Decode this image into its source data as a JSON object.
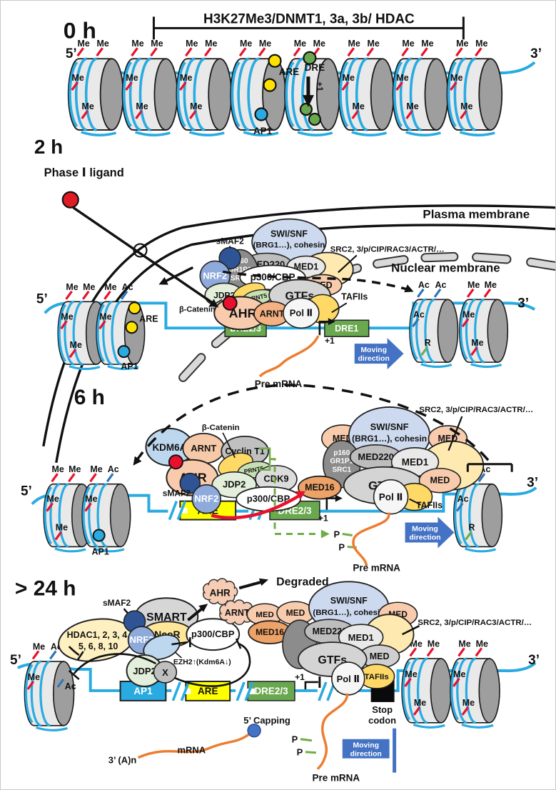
{
  "h0": {
    "time": "0 h",
    "bracket": "H3K27Me3/DNMT1, 3a, 3b/ HDAC",
    "five": "5’",
    "three": "3’",
    "are": "ARE",
    "dre": "DRE",
    "ap1": "AP1",
    "plus1": "+1"
  },
  "h2": {
    "time": "2 h",
    "ligand": "Phase Ⅰ ligand",
    "plasma": "Plasma membrane",
    "nuclear": "Nuclear membrane",
    "smaf2": "sMAF2",
    "nrf2": "NRF2",
    "p160": "p160",
    "gr1p1": "GR1P1",
    "src1": "SRC1",
    "swi1": "SWI/SNF",
    "swi2": "(BRG1…), cohesin",
    "med220": "MED220",
    "med1": "MED1",
    "med": "MED",
    "src2": "SRC2, 3/p/CIP/RAC3/ACTR/…",
    "p300": "p300/CBP",
    "jdp2": "JDP2",
    "prnt5": "PRNT5",
    "gtfs": "GTFs",
    "tafiis": "TAFIIs",
    "bcat": "β-Catenin",
    "ahr": "AHR",
    "arnt": "ARNT",
    "polii": "Pol Ⅱ",
    "dre23": "DRE2/3",
    "dre1": "DRE1",
    "plus1": "+1",
    "premrna": "Pre mRNA",
    "mov1": "Moving",
    "mov2": "direction",
    "are": "ARE",
    "ap1": "AP1",
    "five": "5’",
    "three": "3’"
  },
  "h6": {
    "time": "6 h",
    "kdm6a": "KDM6A",
    "arnt": "ARNT",
    "bcat": "β-Catenin",
    "cyclint1": "Cyclin T1",
    "ahr": "AHR",
    "prnt5": "PRNT5",
    "jdp2": "JDP2",
    "cdk9": "CDK9",
    "smaf2": "sMAF2",
    "nrf2": "NRF2",
    "p300": "p300/CBP",
    "are": "ARE",
    "ap1": "AP1",
    "med": "MED",
    "swi1": "SWI/SNF",
    "swi2": "(BRG1…), cohesin",
    "src2": "SRC2, 3/p/CIP/RAC3/ACTR/…",
    "p160": "p160",
    "gr1p1": "GR1P1",
    "src1": "SRC1",
    "med220": "MED220",
    "med1": "MED1",
    "gtfs": "GTFs",
    "med16": "MED16",
    "polii": "Pol Ⅱ",
    "tafiis": "TAFIIs",
    "dre23": "DRE2/3",
    "plus1": "+1",
    "premrna": "Pre mRNA",
    "mov1": "Moving",
    "mov2": "direction",
    "p": "P",
    "five": "5’",
    "three": "3’"
  },
  "h24": {
    "time": "> 24 h",
    "smaf2": "sMAF2",
    "smart": "SMART",
    "ncor": "NcoR",
    "p300": "p300/CBP",
    "hdac1": "HDAC1, 2, 3, 4,",
    "hdac2": "5, 6, 8, 10",
    "nrf2": "NRF2",
    "jdp2": "JDP2",
    "x": "X",
    "ezh2": "EZH2↑(Kdm6A↓)",
    "ahr": "AHR",
    "arnt": "ARNT",
    "degraded": "Degraded",
    "med": "MED",
    "med16": "MED16",
    "swi1": "SWI/SNF",
    "swi2": "(BRG1…), cohesin",
    "med220": "MED220",
    "med1": "MED1",
    "gtfs": "GTFs",
    "polii": "Pol Ⅱ",
    "tafiis": "TAFIIs",
    "src2": "SRC2, 3/p/CIP/RAC3/ACTR/…",
    "ap1": "AP1",
    "are": "ARE",
    "dre23": "DRE2/3",
    "plus1": "+1",
    "stop1": "Stop",
    "stop2": "codon",
    "capping": "5’ Capping",
    "mrna": "mRNA",
    "polya": "3’ (A)n",
    "premrna": "Pre mRNA",
    "mov1": "Moving",
    "mov2": "direction",
    "p": "P",
    "five": "5’",
    "three": "3’"
  },
  "marks": {
    "me": "Me",
    "ac": "Ac",
    "r": "R"
  },
  "colors": {
    "dna": "#29abe2",
    "me": "#e8112d",
    "ac": "#2e75b6",
    "r": "#70ad47",
    "dre_box": "#6aa84f",
    "are_box": "#ffff00",
    "ap1_box": "#29abe2",
    "moving": "#4472c4",
    "mrna": "#ed7d31",
    "phospho": "#70ad47",
    "navy": "#2f5496",
    "nrf2": "#8eaadb",
    "peach": "#f8cbad",
    "swi": "#ccd9ee",
    "src_yellow": "#feeab0",
    "taf": "#ffd966"
  }
}
